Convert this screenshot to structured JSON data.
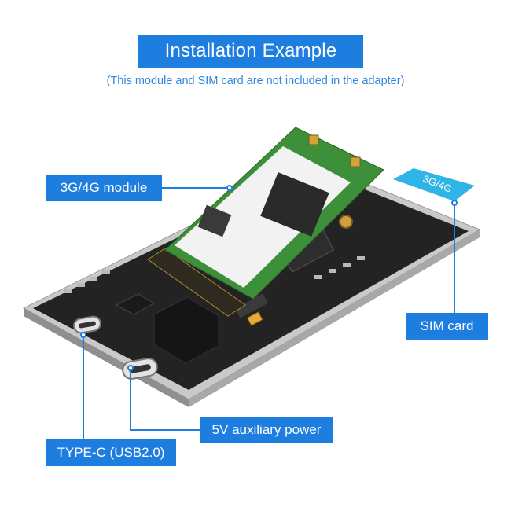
{
  "header": {
    "title": "Installation Example",
    "subtitle": "(This module and SIM card are not included in the adapter)"
  },
  "callouts": {
    "module": "3G/4G module",
    "sim": "SIM card",
    "power": "5V auxiliary power",
    "typec": "TYPE-C  (USB2.0)"
  },
  "sim_card_text": "3G/4G",
  "colors": {
    "accent": "#1e7ee0",
    "board": "#222222",
    "module_green": "#3e8f3a",
    "sim_blue": "#2fb4e8"
  }
}
